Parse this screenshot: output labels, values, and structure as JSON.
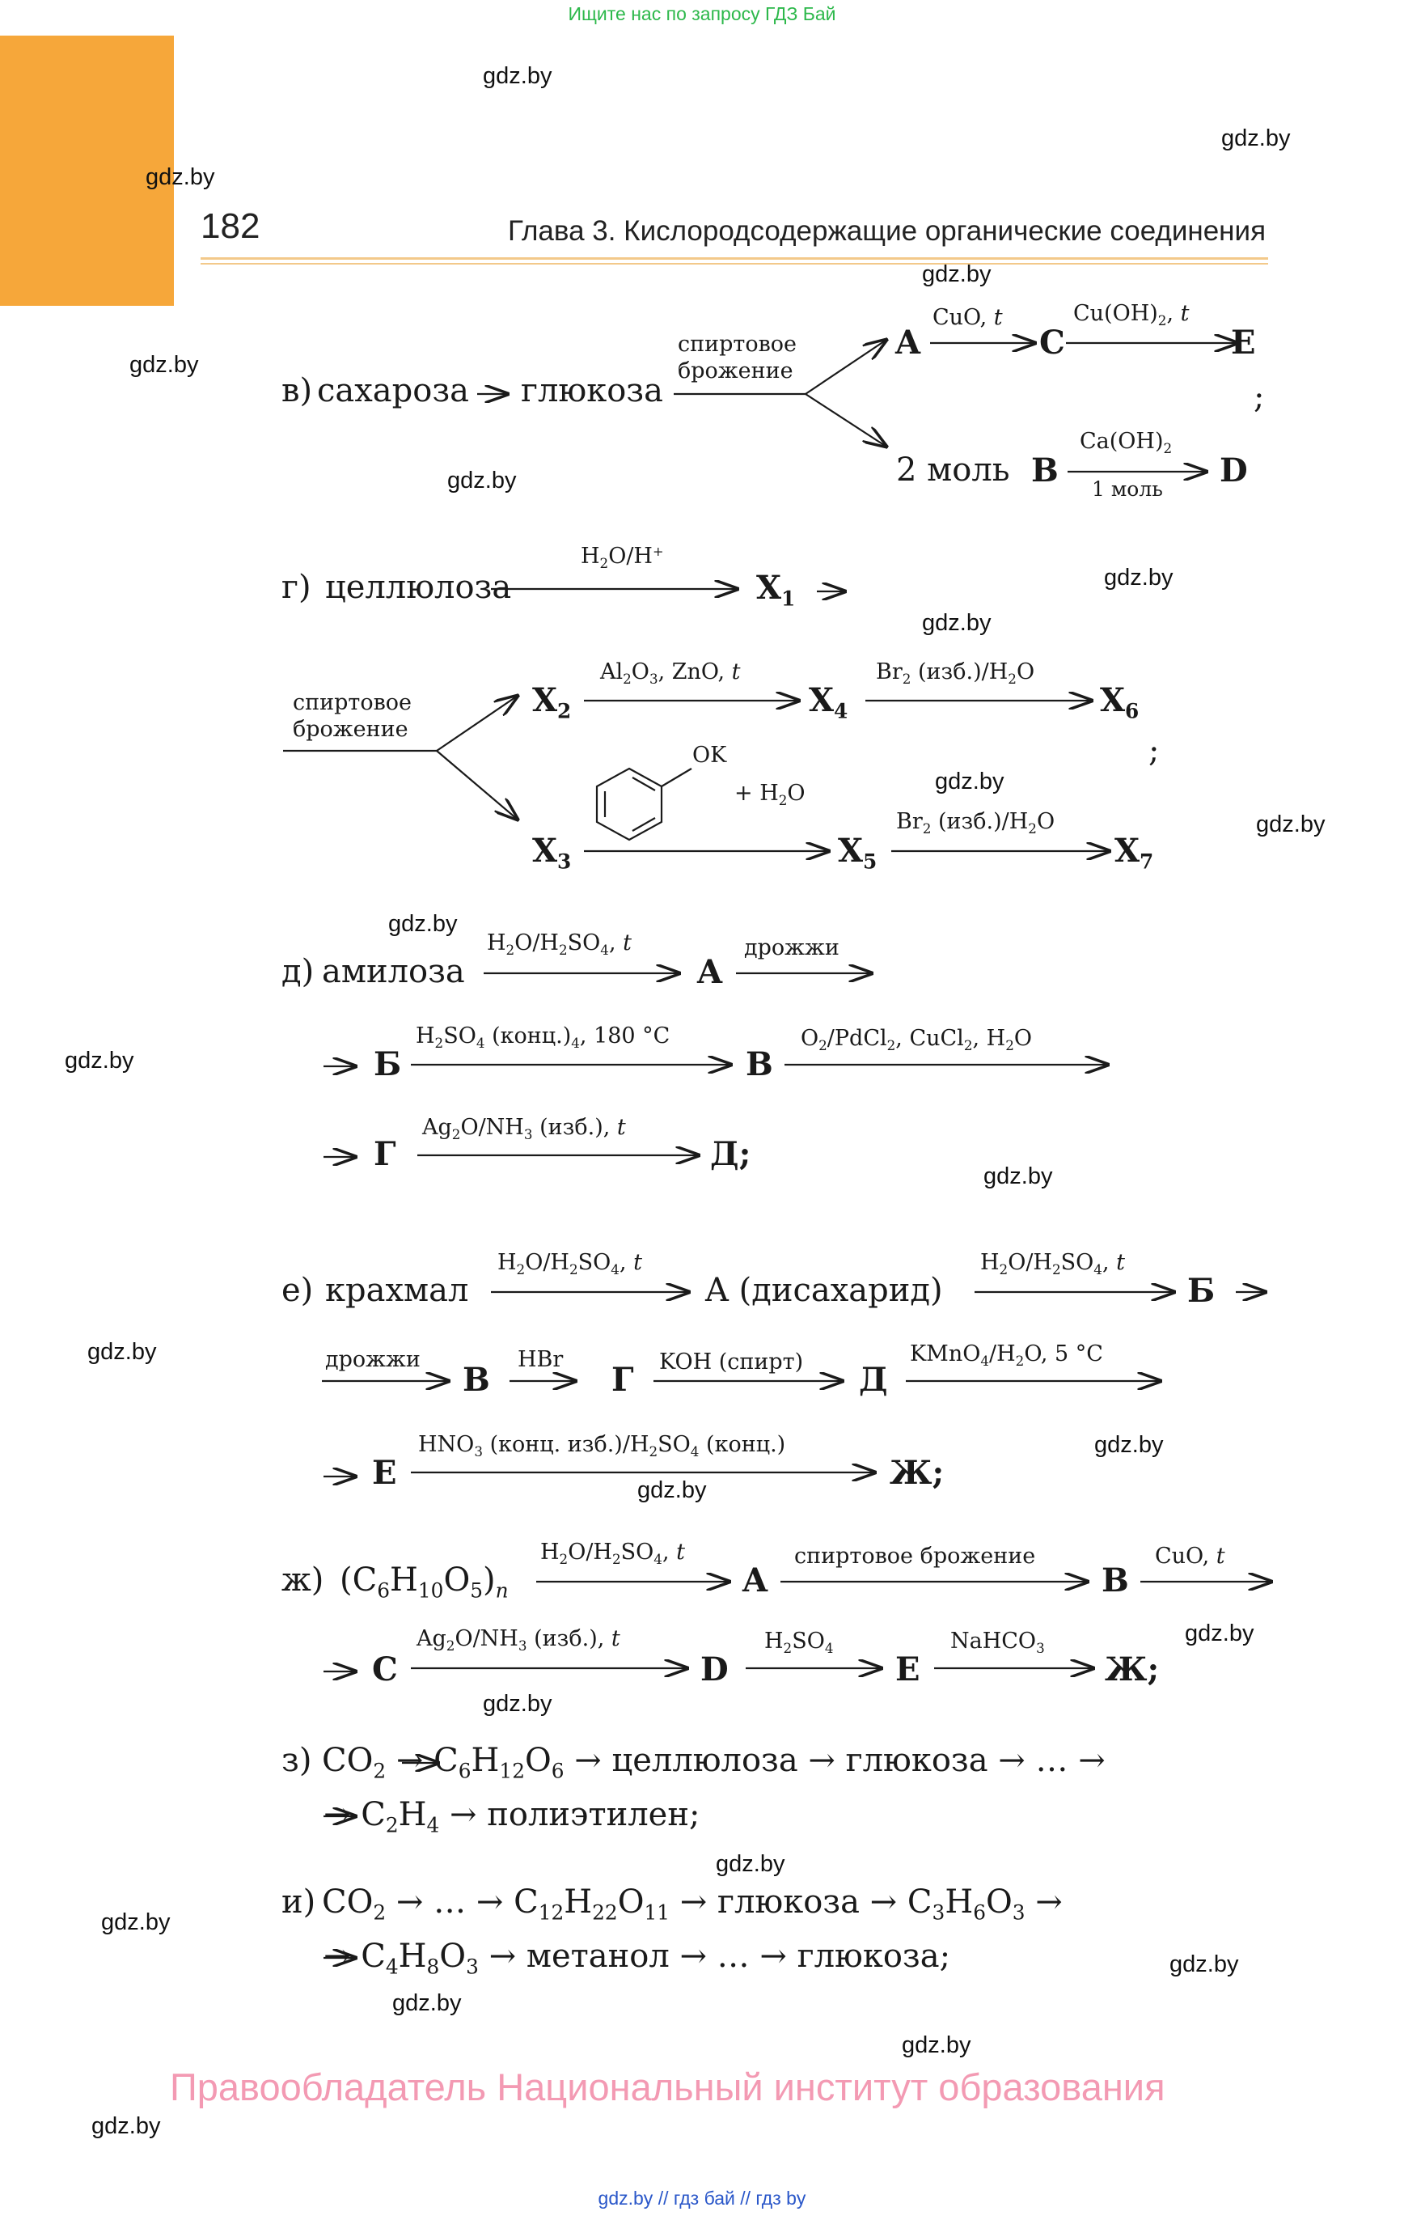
{
  "top_banner": "Ищите нас по запросу ГДЗ Бай",
  "watermark": "gdz.by",
  "header": {
    "page_number": "182",
    "chapter_title": "Глава 3. Кислородсодержащие органические соединения"
  },
  "colors": {
    "accent_orange": "#f6a73a",
    "banner_green": "#2db84b",
    "copyright_pink": "#f39ab3",
    "bottom_link_blue": "#2a57c9"
  },
  "part_v": {
    "prefix": "в)",
    "start": "сахароза",
    "glucose": "глюкоза",
    "cond1": "спиртовое",
    "cond2": "брожение",
    "A": "A",
    "cuo": "CuO,",
    "t": "t",
    "C": "C",
    "cuoh2": "Cu(OH)",
    "E": "E",
    "semi": ";",
    "two_mol": "2 моль",
    "B": "B",
    "caoh2": "Ca(OH)",
    "one_mol": "1 моль",
    "D": "D"
  },
  "part_g": {
    "prefix": "г)",
    "start": "целлюлоза",
    "cond": "H",
    "cond2": "O/H",
    "X": "X",
    "cond_ferm1": "спиртовое",
    "cond_ferm2": "брожение",
    "al2o3": "Al",
    "br2": "Br",
    "izb": "(изб.)/H",
    "ok": "OK",
    "h2o": "+ H",
    "semi": ";"
  },
  "part_d": {
    "prefix": "д)",
    "start": "амилоза",
    "A": "A",
    "yeast": "дрожжи",
    "B": "Б",
    "V": "В",
    "G": "Г",
    "D": "Д;",
    "cond_h2so4": "(конц.)",
    "temp": "180 °C",
    "pdcl2": "/PdCl",
    "cucl2": ", CuCl",
    "ag2o": "Ag",
    "nh3izb": "(изб.),",
    "t": "t"
  },
  "part_e": {
    "prefix": "е)",
    "start": "крахмал",
    "A": "A (дисахарид)",
    "B": "Б",
    "yeast": "дрожжи",
    "V": "В",
    "hbr": "HBr",
    "G": "Г",
    "koh": "KOH (спирт)",
    "D": "Д",
    "kmno4": "KMnO",
    "temp": ", 5 °C",
    "E": "E",
    "hno3": "HNO",
    "hno3_rest": "(конц. изб.)/H",
    "conc": "(конц.)",
    "Zh": "Ж;"
  },
  "part_zh": {
    "prefix": "ж)",
    "A": "A",
    "ferm": "спиртовое брожение",
    "B": "B",
    "cuo": "CuO,",
    "t": "t",
    "C": "C",
    "D": "D",
    "h2so4": "H",
    "E": "E",
    "nahco3": "NaHCO",
    "Zh": "Ж;",
    "n": "n"
  },
  "part_z": {
    "prefix": "з)",
    "line1_rest": "→ целлюлоза → глюкоза → … →",
    "line2_rest": "→ полиэтилен;"
  },
  "part_i": {
    "prefix": "и)",
    "line1_mid": "→ … →",
    "line1_rest": "→ глюкоза →",
    "line2_rest": "→ метанол → … → глюкоза;"
  },
  "copyright": "Правообладатель Национальный институт образования",
  "bottom_links": "gdz.by  //  гдз бай  //  гдз by"
}
